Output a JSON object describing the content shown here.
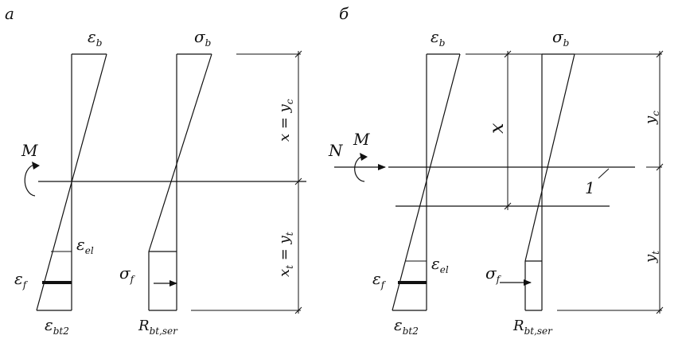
{
  "panel_a": {
    "letter": "а",
    "eps_b": {
      "main": "ε",
      "sub": "b"
    },
    "sigma_b": {
      "main": "σ",
      "sub": "b"
    },
    "x_eq": "x = y",
    "x_eq_sub": "c",
    "xt_main": "x",
    "xt_sub": "t",
    "xt_eq": " = y",
    "xt_eq_sub": "t",
    "moment": "M",
    "eps_el": {
      "main": "ε",
      "sub": "el"
    },
    "eps_f": {
      "main": "ε",
      "sub": "f"
    },
    "sigma_f": {
      "main": "σ",
      "sub": "f"
    },
    "eps_bt2": {
      "main": "ε",
      "sub": "bt2"
    },
    "r_btser": {
      "main": "R",
      "sub": "bt,ser"
    }
  },
  "panel_b": {
    "letter": "б",
    "eps_b": {
      "main": "ε",
      "sub": "b"
    },
    "sigma_b": {
      "main": "σ",
      "sub": "b"
    },
    "x_label": "x",
    "yc_main": "y",
    "yc_sub": "c",
    "yt_main": "y",
    "yt_sub": "t",
    "normal": "N",
    "moment": "M",
    "one": "1",
    "eps_el": {
      "main": "ε",
      "sub": "el"
    },
    "eps_f": {
      "main": "ε",
      "sub": "f"
    },
    "sigma_f": {
      "main": "σ",
      "sub": "f"
    },
    "eps_bt2": {
      "main": "ε",
      "sub": "bt2"
    },
    "r_btser": {
      "main": "R",
      "sub": "bt,ser"
    }
  }
}
